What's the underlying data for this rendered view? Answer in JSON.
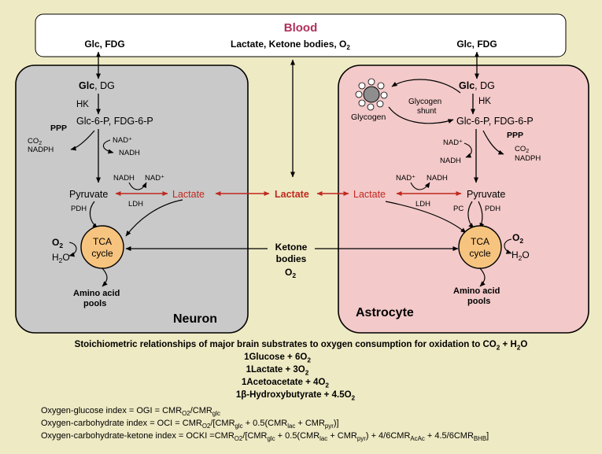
{
  "blood": {
    "title": "Blood",
    "glc_left": "Glc, FDG",
    "glc_right": "Glc, FDG",
    "middle": "Lactate, Ketone bodies, O",
    "middle_sub": "2"
  },
  "neuron": {
    "label": "Neuron",
    "glc": "Glc",
    "dg": ", DG",
    "hk": "HK",
    "glc6p": "Glc-6-P, FDG-6-P",
    "ppp": "PPP",
    "co2": "CO",
    "co2_sub": "2",
    "nadph": "NADPH",
    "nad_plus_1": "NAD⁺",
    "nadh_1": "NADH",
    "nadh_2": "NADH",
    "nad_plus_2": "NAD⁺",
    "pyruvate": "Pyruvate",
    "lactate": "Lactate",
    "ldh": "LDH",
    "pdh": "PDH",
    "tca_line1": "TCA",
    "tca_line2": "cycle",
    "o2": "O",
    "o2_sub": "2",
    "h2o_a": "H",
    "h2o_sub": "2",
    "h2o_b": "O",
    "amino_line1": "Amino acid",
    "amino_line2": "pools"
  },
  "astrocyte": {
    "label": "Astrocyte",
    "glc": "Glc",
    "dg": ", DG",
    "hk": "HK",
    "glycogen": "Glycogen",
    "shunt_line1": "Glycogen",
    "shunt_line2": "shunt",
    "glc6p": "Glc-6-P,  FDG-6-P",
    "ppp": "PPP",
    "co2": "CO",
    "co2_sub": "2",
    "nadph": "NADPH",
    "nad_plus_1": "NAD⁺",
    "nadh_1": "NADH",
    "nad_plus_2": "NAD⁺",
    "nadh_2": "NADH",
    "lactate": "Lactate",
    "ldh": "LDH",
    "pyruvate": "Pyruvate",
    "pc": "PC",
    "pdh": "PDH",
    "tca_line1": "TCA",
    "tca_line2": "cycle",
    "o2": "O",
    "o2_sub": "2",
    "h2o_a": "H",
    "h2o_sub": "2",
    "h2o_b": "O",
    "amino_line1": "Amino acid",
    "amino_line2": "pools"
  },
  "center": {
    "lactate": "Lactate",
    "ketone_line1": "Ketone",
    "ketone_line2": "bodies",
    "o2": "O",
    "o2_sub": "2"
  },
  "stoich": {
    "heading": "Stoichiometric relationships of major brain substrates to oxygen consumption for oxidation to CO",
    "heading_sub": "2",
    "heading_tail": " + H",
    "heading_sub2": "2",
    "heading_end": "O",
    "eq1_a": "1Glucose + 6O",
    "eq1_sub": "2",
    "eq2_a": "1Lactate + 3O",
    "eq2_sub": "2",
    "eq3_a": "1Acetoacetate + 4O",
    "eq3_sub": "2",
    "eq4_a": "1β-Hydroxybutyrate + 4.5O",
    "eq4_sub": "2"
  },
  "indices": {
    "ogi_a": "Oxygen-glucose index = OGI = CMR",
    "ogi_s1": "O2",
    "ogi_b": "/CMR",
    "ogi_s2": "glc",
    "oci_a": "Oxygen-carbohydrate index = OCI = CMR",
    "oci_s1": "O2",
    "oci_b": "/[CMR",
    "oci_s2": "glc",
    "oci_c": " + 0.5(CMR",
    "oci_s3": "lac",
    "oci_d": " + CMR",
    "oci_s4": "pyr",
    "oci_e": ")]",
    "ocki_a": "Oxygen-carbohydrate-ketone index = OCKI =CMR",
    "ocki_s1": "O2",
    "ocki_b": "/[CMR",
    "ocki_s2": "glc",
    "ocki_c": " + 0.5(CMR",
    "ocki_s3": "lac",
    "ocki_d": " + CMR",
    "ocki_s4": "pyr",
    "ocki_e": ") + 4/6CMR",
    "ocki_s5": "AcAc",
    "ocki_f": " + 4.5/6CMR",
    "ocki_s6": "BHB",
    "ocki_g": "]"
  },
  "colors": {
    "background": "#eeeac4",
    "neuron_fill": "#c9c9c9",
    "astrocyte_fill": "#f3c9c9",
    "tca_fill": "#f7c47f",
    "blood_title": "#b0305a",
    "lactate_red": "#c0281f"
  }
}
